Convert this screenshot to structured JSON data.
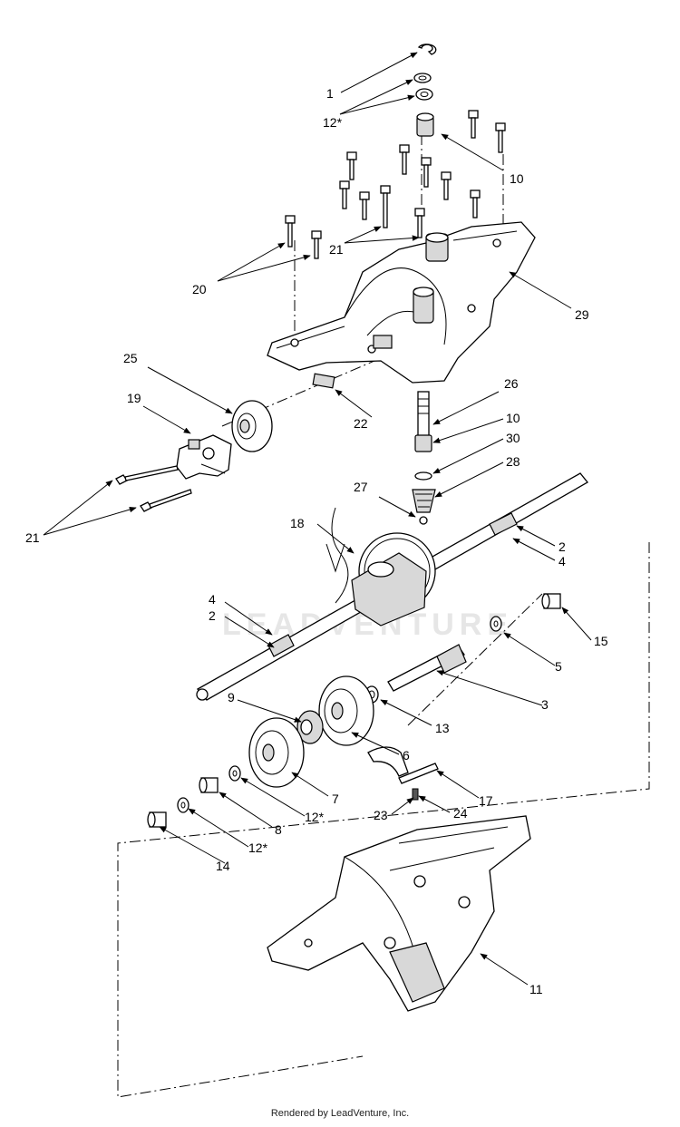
{
  "watermark": "LEADVENTURE",
  "footer": "Rendered by LeadVenture, Inc.",
  "callouts": {
    "c1": "1",
    "c12a": "12*",
    "c10a": "10",
    "c21a": "21",
    "c20": "20",
    "c29": "29",
    "c25": "25",
    "c19": "19",
    "c22": "22",
    "c26": "26",
    "c10b": "10",
    "c30": "30",
    "c28": "28",
    "c27": "27",
    "c21b": "21",
    "c18": "18",
    "c2a": "2",
    "c4a": "4",
    "c4b": "4",
    "c2b": "2",
    "c5": "5",
    "c15": "15",
    "c3": "3",
    "c9": "9",
    "c13": "13",
    "c6": "6",
    "c7": "7",
    "c12b": "12*",
    "c8": "8",
    "c12c": "12*",
    "c14": "14",
    "c17": "17",
    "c23": "23",
    "c24": "24",
    "c11": "11"
  }
}
